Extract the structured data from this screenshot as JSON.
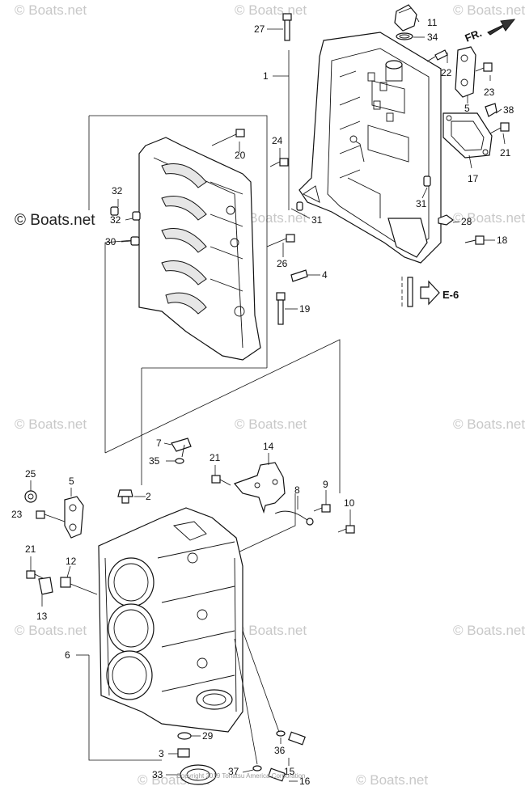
{
  "diagram": {
    "type": "exploded parts diagram",
    "front_marker": "FR.",
    "ref_label": "E-6",
    "copyright": "Copyright 2019 Tohatsu America Corporation",
    "watermarks": [
      "© Boats.net",
      "© Boats.net",
      "© Boats.net",
      "© Boats.net",
      "© Boats.net",
      "© Boats.net",
      "© Boats.net",
      "© Boats.net",
      "© Boats.net",
      "© Boats.net",
      "© Boats.net",
      "© Boats.net",
      "© Boats.net"
    ],
    "brand_watermark": "© Boats.net"
  },
  "callouts": {
    "n1": "1",
    "n2": "2",
    "n3": "3",
    "n4": "4",
    "n5a": "5",
    "n5b": "5",
    "n6": "6",
    "n7": "7",
    "n8": "8",
    "n9": "9",
    "n10": "10",
    "n11": "11",
    "n12": "12",
    "n13": "13",
    "n14": "14",
    "n15": "15",
    "n16": "16",
    "n17": "17",
    "n18": "18",
    "n19": "19",
    "n20": "20",
    "n21a": "21",
    "n21b": "21",
    "n21c": "21",
    "n22": "22",
    "n23a": "23",
    "n23b": "23",
    "n24": "24",
    "n25": "25",
    "n26": "26",
    "n27": "27",
    "n28": "28",
    "n29": "29",
    "n30": "30",
    "n31a": "31",
    "n31b": "31",
    "n32a": "32",
    "n32b": "32",
    "n33": "33",
    "n34": "34",
    "n35": "35",
    "n36": "36",
    "n37": "37",
    "n38": "38"
  }
}
